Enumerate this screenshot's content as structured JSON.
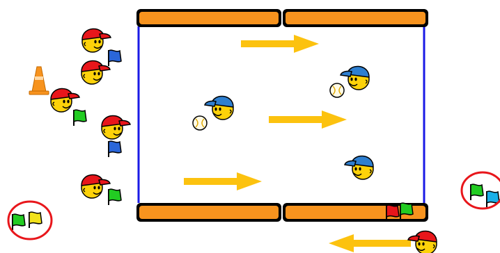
{
  "colors": {
    "bench": "#f7931e",
    "bench_outline": "#000000",
    "sideline": "#1a1ae6",
    "arrow": "#fcc20f",
    "cap_red": "#e8161b",
    "cap_blue": "#2e7fd0",
    "face": "#fdd20a",
    "flag_green": "#22cc22",
    "flag_blue": "#2a66d9",
    "flag_yellow": "#f2e21b",
    "flag_red": "#e8161b",
    "flag_cyan": "#1ab0e8",
    "cone": "#f7931e",
    "ring": "#e8161b"
  },
  "diagram": {
    "red_team_players": 6,
    "blue_team_players": 3,
    "balls": 2,
    "direction_arrows": [
      "right",
      "right",
      "right",
      "left"
    ],
    "cones": 1,
    "side_flags": [
      "blue",
      "green",
      "blue",
      "green"
    ],
    "corner_flag_pairs": [
      [
        "green",
        "yellow"
      ],
      [
        "green",
        "cyan"
      ],
      [
        "red",
        "green"
      ]
    ]
  }
}
